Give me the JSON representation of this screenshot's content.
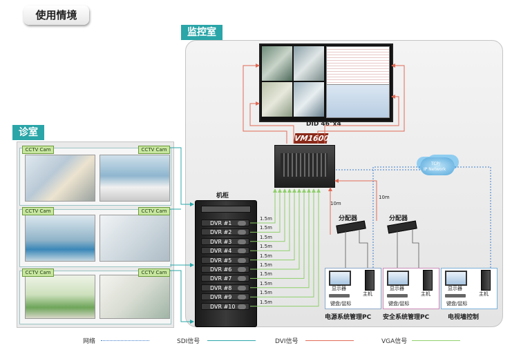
{
  "header": {
    "title": "使用情境"
  },
  "monitor_room": {
    "label": "监控室"
  },
  "clinic": {
    "label": "诊室",
    "cam_label": "CCTV Cam"
  },
  "video_wall": {
    "label": "DID 46\"x4"
  },
  "switcher": {
    "label": "VM1600"
  },
  "cabinet": {
    "label": "机柜",
    "dvrs": [
      "DVR #1",
      "DVR #2",
      "DVR #3",
      "DVR #4",
      "DVR #5",
      "DVR #6",
      "DVR #7",
      "DVR #8",
      "DVR #9",
      "DVR #10"
    ],
    "cable_length": "1.5m"
  },
  "splitters": [
    {
      "label": "分配器",
      "cable_length": "10m"
    },
    {
      "label": "分配器",
      "cable_length": "10m"
    }
  ],
  "network": {
    "line1": "TCP/",
    "line2": "IP Network"
  },
  "workstations": [
    {
      "title": "电源系统管理PC",
      "monitor": "显示器",
      "host": "主机",
      "kbm": "键盘/鼠标",
      "border": "#8aa6c8"
    },
    {
      "title": "安全系统管理PC",
      "monitor": "显示器",
      "host": "主机",
      "kbm": "键盘/鼠标",
      "border": "#c88ab8"
    },
    {
      "title": "电视墙控制",
      "monitor": "显示器",
      "host": "主机",
      "kbm": "键盘/鼠标",
      "border": "#7ab0d8"
    }
  ],
  "legend": [
    {
      "label": "网络",
      "color": "#3a7ac8",
      "style": "dotted"
    },
    {
      "label": "SDI信号",
      "color": "#2aa5a8",
      "style": "solid"
    },
    {
      "label": "DVI信号",
      "color": "#e06a55",
      "style": "solid"
    },
    {
      "label": "VGA信号",
      "color": "#8fd06a",
      "style": "solid"
    }
  ]
}
